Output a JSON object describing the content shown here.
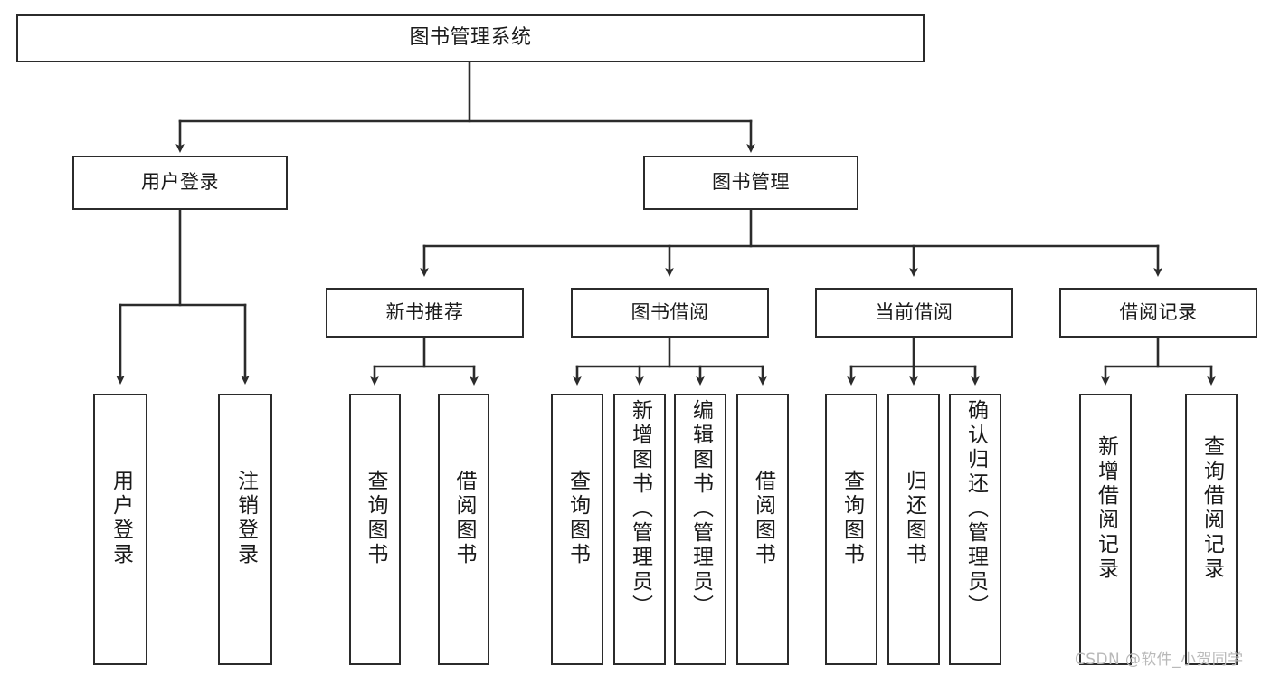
{
  "diagram": {
    "type": "tree",
    "title": "图书管理系统",
    "watermark": "CSDN @软件_小贺同学",
    "colors": {
      "stroke": "#2b2b2b",
      "fill": "#ffffff",
      "text": "#1a1a1a",
      "watermark": "#b9b9b9"
    },
    "nodes": {
      "root": {
        "label": "图书管理系统"
      },
      "level1": [
        {
          "label": "用户登录"
        },
        {
          "label": "图书管理"
        }
      ],
      "level2": [
        {
          "label": "新书推荐"
        },
        {
          "label": "图书借阅"
        },
        {
          "label": "当前借阅"
        },
        {
          "label": "借阅记录"
        }
      ],
      "leaves_user_login": [
        {
          "label": "用户登录"
        },
        {
          "label": "注销登录"
        }
      ],
      "leaves_new_book": [
        {
          "label": "查询图书"
        },
        {
          "label": "借阅图书"
        }
      ],
      "leaves_borrow": [
        {
          "label": "查询图书"
        },
        {
          "label": "新增图书（管理员）"
        },
        {
          "label": "编辑图书（管理员）"
        },
        {
          "label": "借阅图书"
        }
      ],
      "leaves_current": [
        {
          "label": "查询图书"
        },
        {
          "label": "归还图书"
        },
        {
          "label": "确认归还（管理员）"
        }
      ],
      "leaves_records": [
        {
          "label": "新增借阅记录"
        },
        {
          "label": "查询借阅记录"
        }
      ]
    }
  }
}
